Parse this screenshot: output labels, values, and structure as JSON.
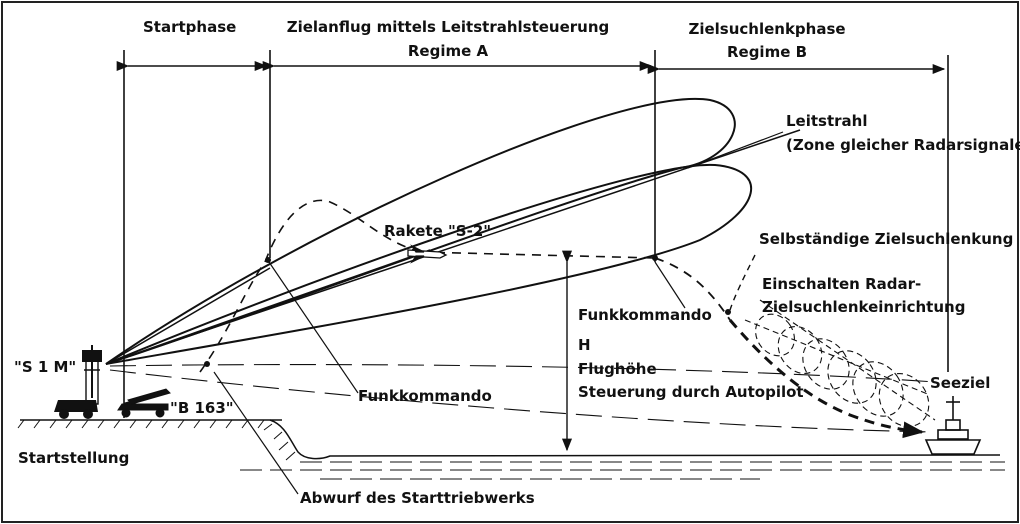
{
  "phases": {
    "start": "Startphase",
    "beam_line1": "Zielanflug mittels Leitstrahlsteuerung",
    "beam_line2": "Regime A",
    "homing_line1": "Zielsuchlenkphase",
    "homing_line2": "Regime B"
  },
  "labels": {
    "leitstrahl_line1": "Leitstrahl",
    "leitstrahl_line2": "(Zone gleicher Radarsignale)",
    "rakete": "Rakete \"S-2\"",
    "selbst": "Selbständige Zielsuchlenkung",
    "einschalten_line1": "Einschalten Radar-",
    "einschalten_line2": "Zielsuchlenkeinrichtung",
    "funk_right": "Funkkommando",
    "h": "H",
    "flughoehe": "Flughöhe",
    "steuerung": "Steuerung durch Autopilot",
    "funk_mid": "Funkkommando",
    "s1m": "\"S 1 M\"",
    "b163": "\"B 163\"",
    "startstellung": "Startstellung",
    "seeziel": "Seeziel",
    "abwurf": "Abwurf des Starttriebwerks"
  },
  "colors": {
    "ink": "#111111",
    "paper": "#ffffff",
    "frame": "#222222"
  },
  "icons": [
    "radar-station-icon",
    "launcher-icon",
    "missile-icon",
    "ship-icon"
  ]
}
